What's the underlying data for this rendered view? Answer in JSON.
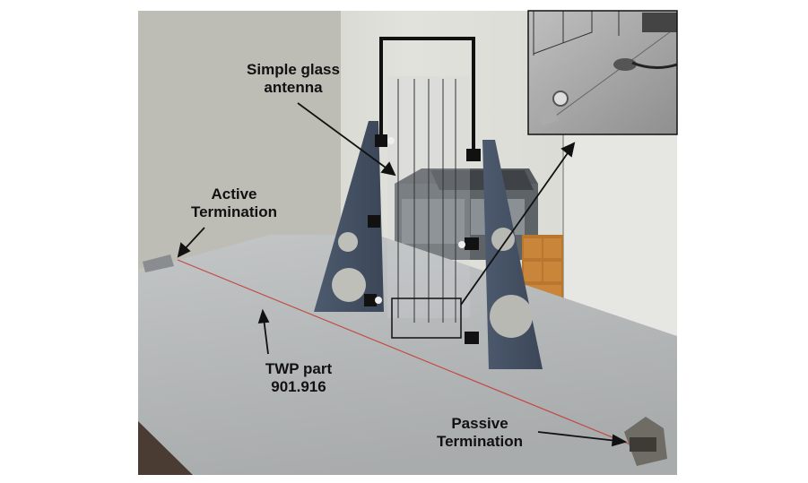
{
  "labels": {
    "antenna": [
      "Simple glass",
      "antenna"
    ],
    "active": [
      "Active",
      "Termination"
    ],
    "twp": [
      "TWP part",
      "901.916"
    ],
    "passive": [
      "Passive",
      "Termination"
    ]
  }
}
